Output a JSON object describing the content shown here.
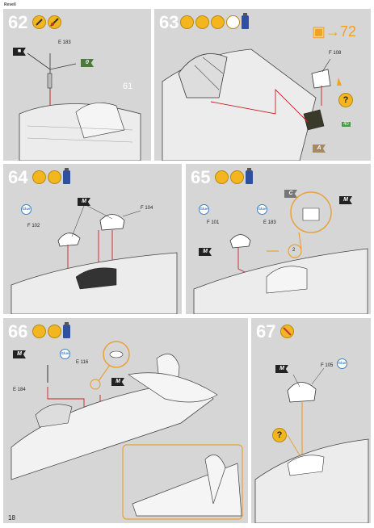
{
  "header": {
    "brand": "Revell",
    "page_number": "18"
  },
  "steps": [
    {
      "number": "62",
      "parts": [
        {
          "id": "E 183",
          "label": "E 183"
        }
      ],
      "flags": [
        "■",
        "0"
      ],
      "ghost": "61"
    },
    {
      "number": "63",
      "parts": [
        {
          "id": "F 108",
          "label": "F 108"
        }
      ],
      "flags": [
        "A"
      ],
      "goto": "72",
      "decal": "40"
    },
    {
      "number": "64",
      "parts": [
        {
          "label": "F 102"
        },
        {
          "label": "F 104"
        }
      ],
      "flags": [
        "M"
      ],
      "pills": [
        "Glue"
      ]
    },
    {
      "number": "65",
      "parts": [
        {
          "label": "F 101"
        },
        {
          "label": "E 183"
        }
      ],
      "flags": [
        "C",
        "M",
        "M"
      ],
      "pills": [
        "Glue",
        "Glue"
      ],
      "callout": "2"
    },
    {
      "number": "66",
      "parts": [
        {
          "label": "E 184"
        },
        {
          "label": "E 116"
        }
      ],
      "flags": [
        "M",
        "M"
      ],
      "pills": [
        "Glue"
      ]
    },
    {
      "number": "67",
      "parts": [
        {
          "label": "F 105"
        }
      ],
      "flags": [
        "M"
      ],
      "pills": [
        "Glue"
      ]
    }
  ],
  "pill_text": "Glue",
  "colors": {
    "panel_bg": "#d6d6d6",
    "accent": "#f3b61f",
    "guide_line": "#cc2222",
    "callout": "#e8a13a"
  }
}
